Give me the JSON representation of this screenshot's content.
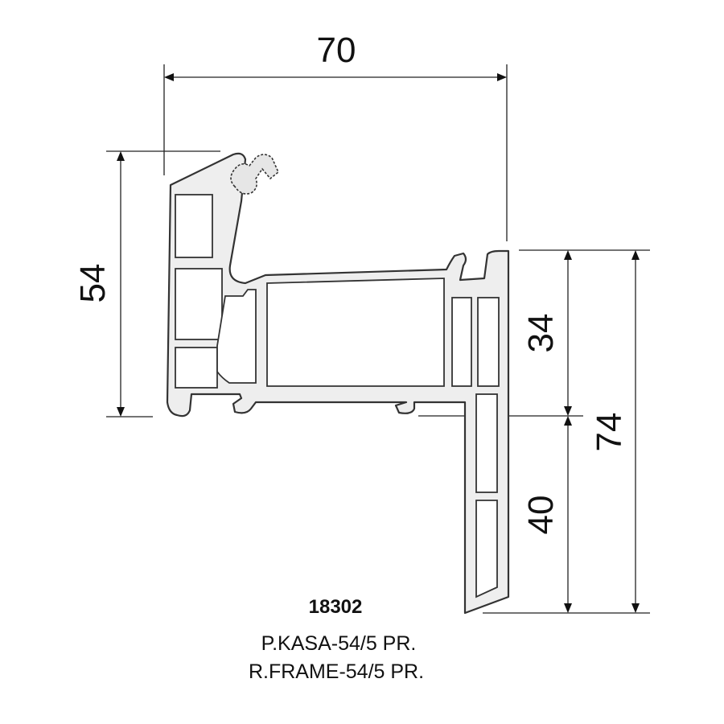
{
  "dimensions": {
    "overall_width": "70",
    "frame_height": "54",
    "upper_section": "34",
    "lower_section": "40",
    "total_height": "74"
  },
  "profile": {
    "code": "18302",
    "name_tr": "P.KASA-54/5 PR.",
    "name_en": "R.FRAME-54/5 PR."
  },
  "colors": {
    "profile_fill": "#eeeeee",
    "line": "#222222"
  }
}
